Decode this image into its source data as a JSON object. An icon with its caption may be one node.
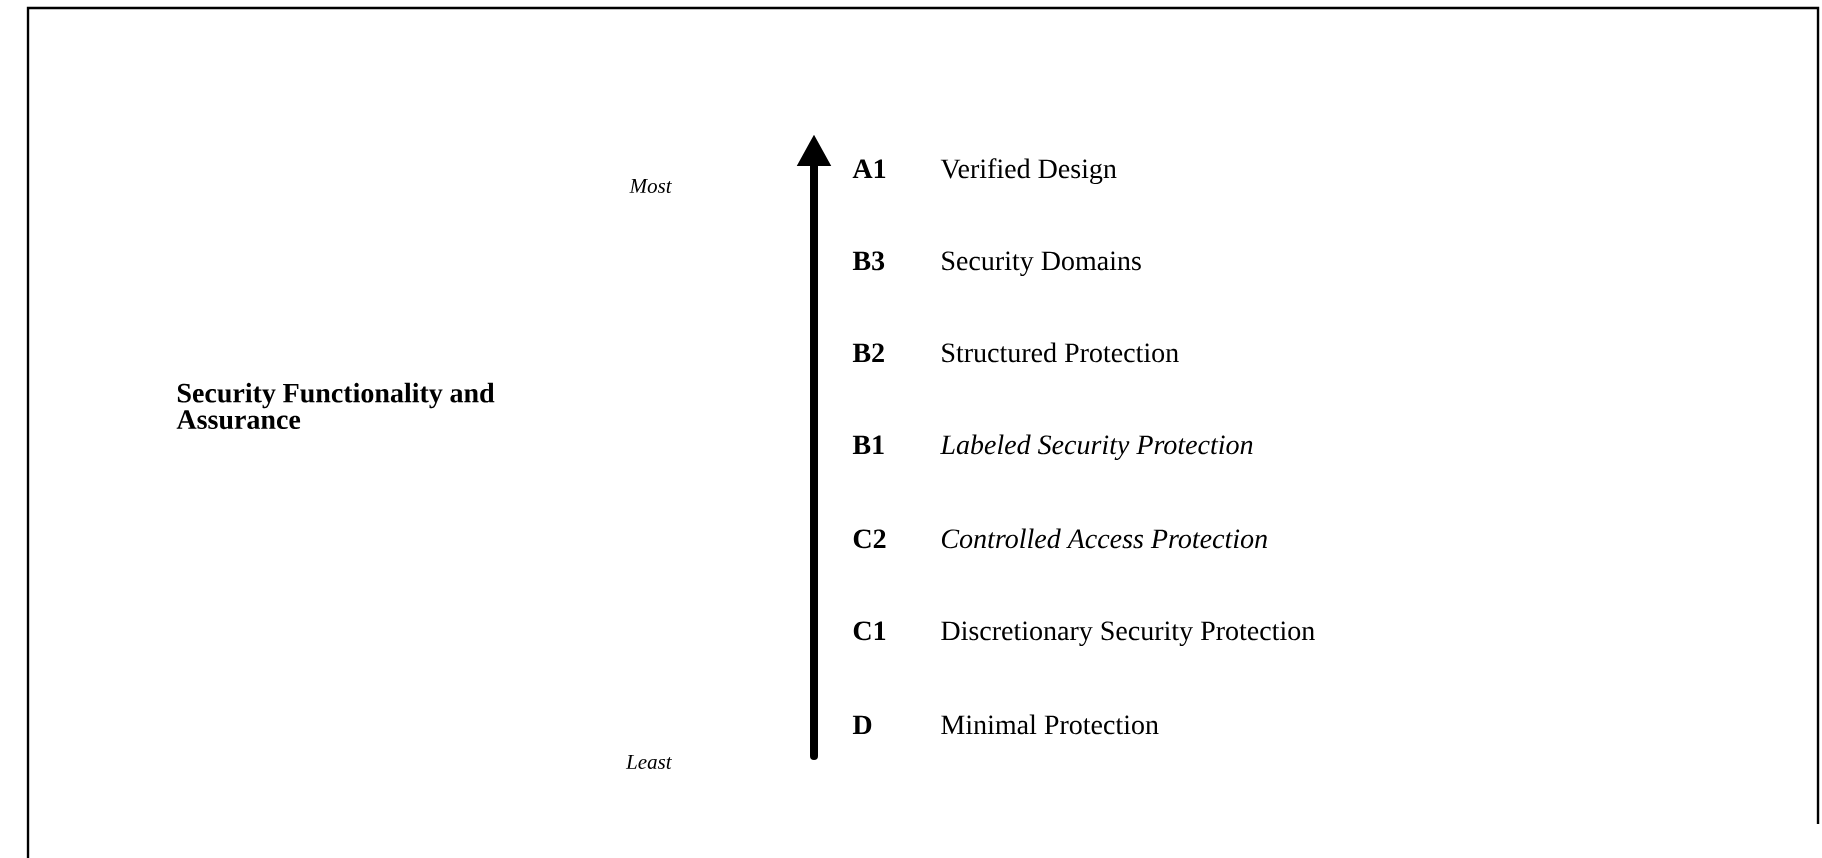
{
  "diagram": {
    "labels": [
      "Security Functionality and Assurance",
      "Most",
      "A1",
      "Verified Design",
      "B3",
      "Security Domains",
      "B2",
      "Structured Protection",
      "B1",
      "Labeled Security Protection",
      "C2",
      "Controlled Access Protection",
      "C1",
      "Discretionary Security Protection",
      "Least",
      "D",
      "Minimal Protection"
    ]
  }
}
